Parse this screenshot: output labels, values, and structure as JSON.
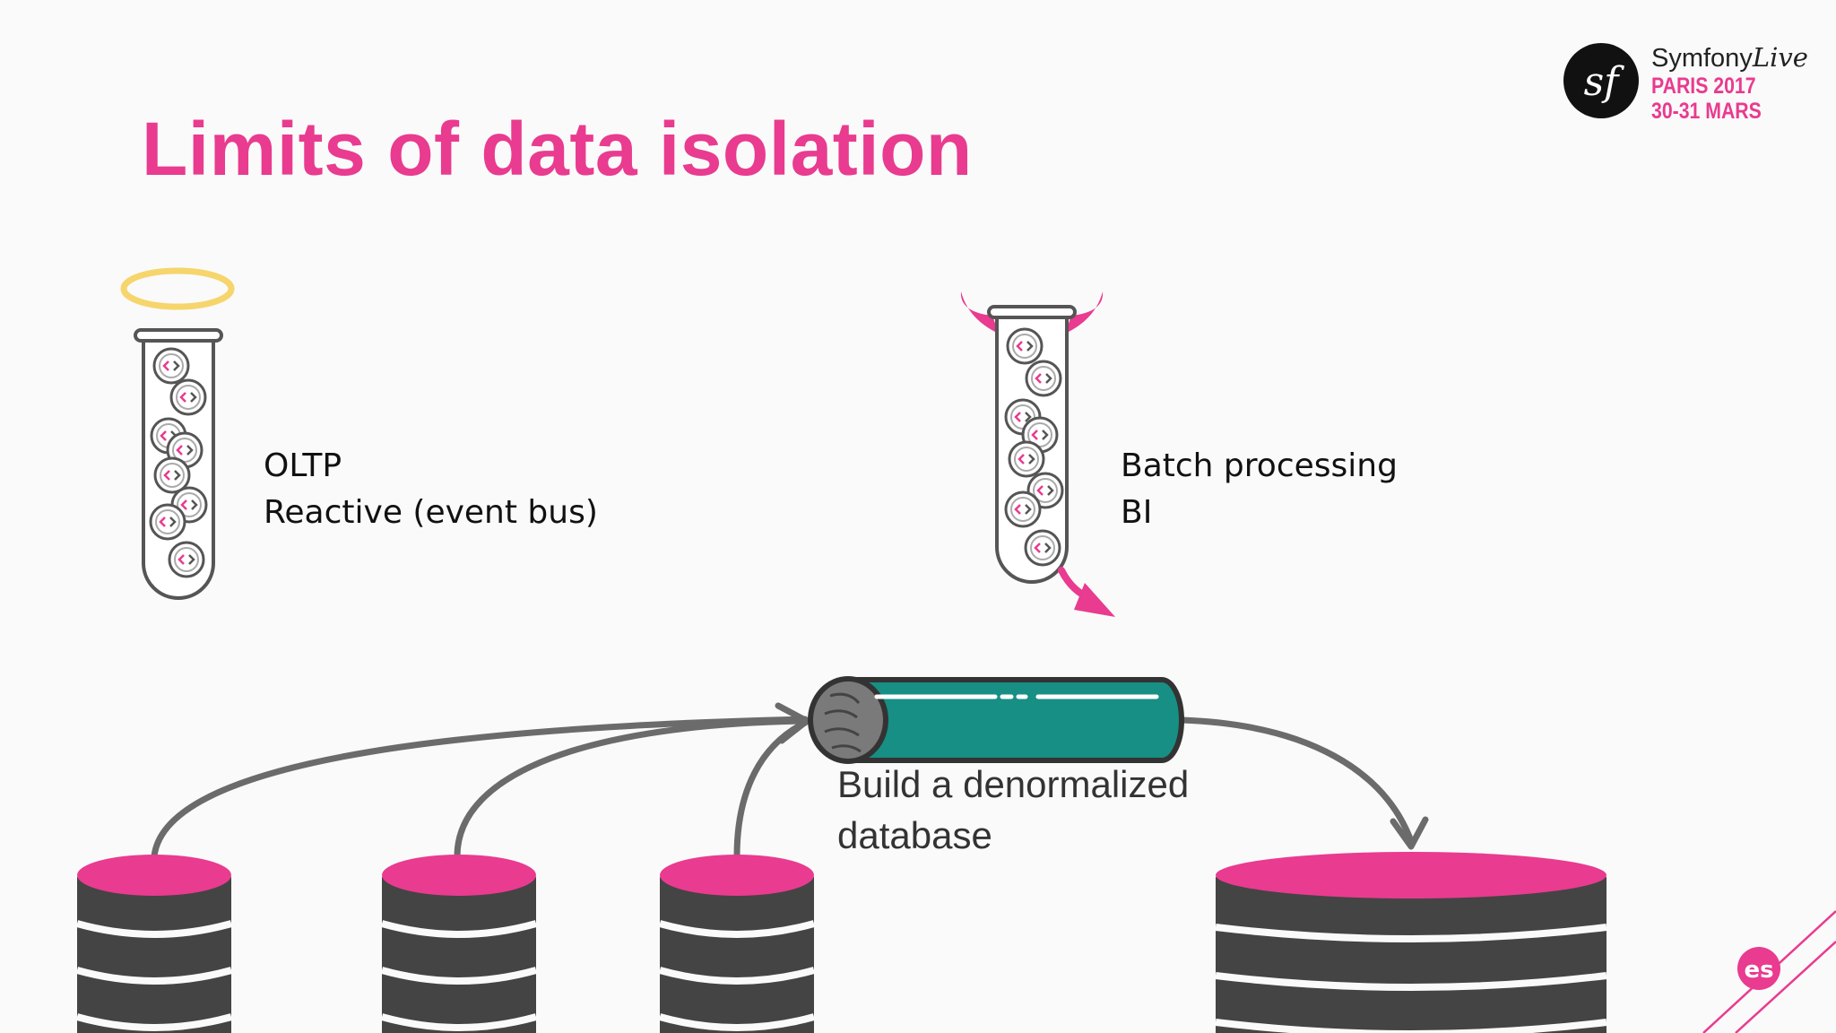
{
  "title": "Limits of data isolation",
  "colors": {
    "accent": "#e93b8f",
    "halo": "#f6d56c",
    "pipe": "#178f84",
    "database": "#444444",
    "arrow": "#6b6b6b"
  },
  "logo": {
    "brand_name": "Symfony",
    "brand_suffix": "Live",
    "event_line1": "PARIS 2017",
    "event_line2": "30-31 MARS",
    "icon_letters": "sf",
    "corner_badge_letters": "es"
  },
  "captions": {
    "good_tube": [
      "OLTP",
      "Reactive (event bus)"
    ],
    "bad_tube": [
      "Batch processing",
      "BI"
    ],
    "pipe": [
      "Build a denormalized",
      "database"
    ]
  },
  "icons": {
    "good_tube": "test-tube-with-halo-icon",
    "bad_tube": "test-tube-with-devil-horns-icon",
    "pipe": "pipe-icon",
    "databases": "database-cylinder-icon",
    "code_bubble": "code-brackets-icon"
  }
}
